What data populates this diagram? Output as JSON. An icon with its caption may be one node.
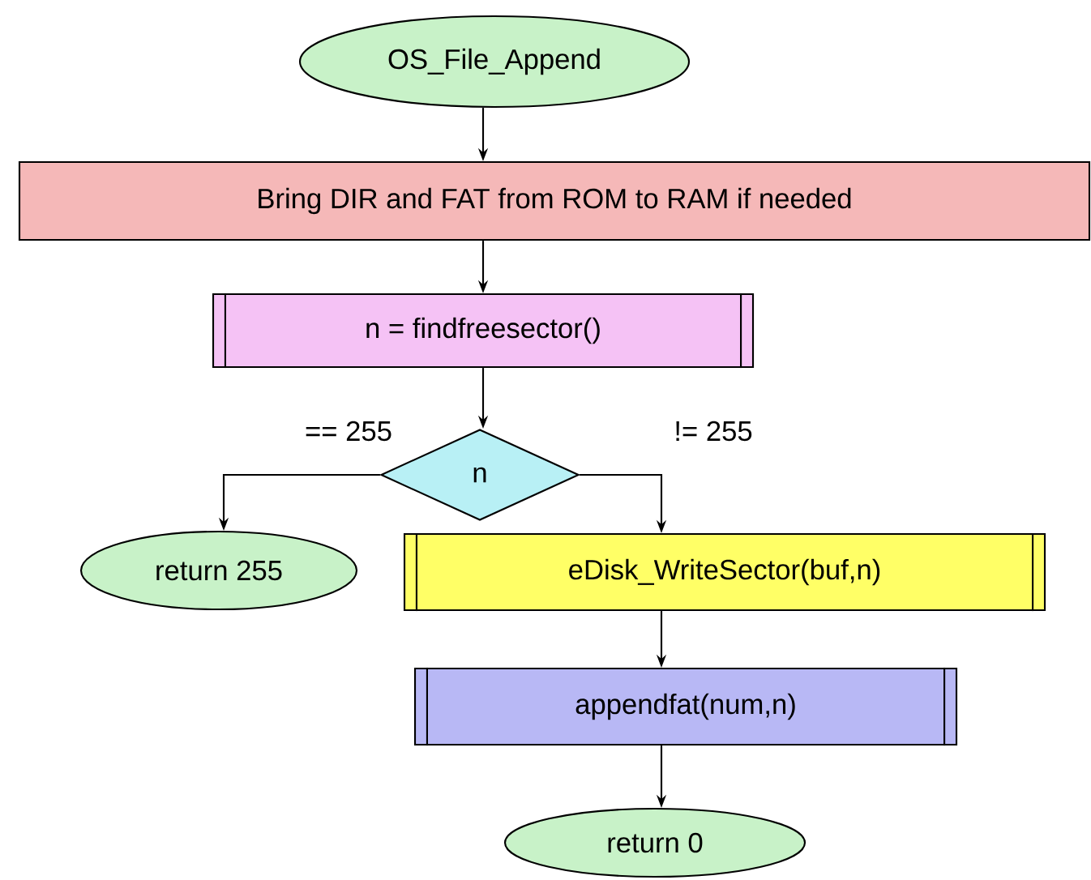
{
  "diagram": {
    "nodes": [
      {
        "text": [
          "OS_File_Append"
        ]
      },
      {
        "text": [
          "Bring DIR and FAT from ROM to RAM if needed"
        ]
      },
      {
        "text": [
          "n = findfreesector()"
        ]
      },
      {
        "text": [
          "n"
        ]
      },
      {
        "text": [
          "return 255"
        ]
      },
      {
        "text": [
          "eDisk_WriteSector(buf,n)"
        ]
      },
      {
        "text": [
          "appendfat(num,n)"
        ]
      },
      {
        "text": [
          "return 0"
        ]
      }
    ],
    "edges": [
      {
        "from": 0,
        "to": 1,
        "arrow": "to"
      },
      {
        "from": 1,
        "to": 2,
        "arrow": "to"
      },
      {
        "from": 2,
        "to": 3,
        "arrow": "to"
      },
      {
        "from": 3,
        "to": 4,
        "arrow": "to",
        "label": "== 255"
      },
      {
        "from": 3,
        "to": 5,
        "arrow": "to",
        "label": "!= 255"
      },
      {
        "from": 5,
        "to": 6,
        "arrow": "to"
      },
      {
        "from": 6,
        "to": 7,
        "arrow": "to"
      }
    ]
  }
}
